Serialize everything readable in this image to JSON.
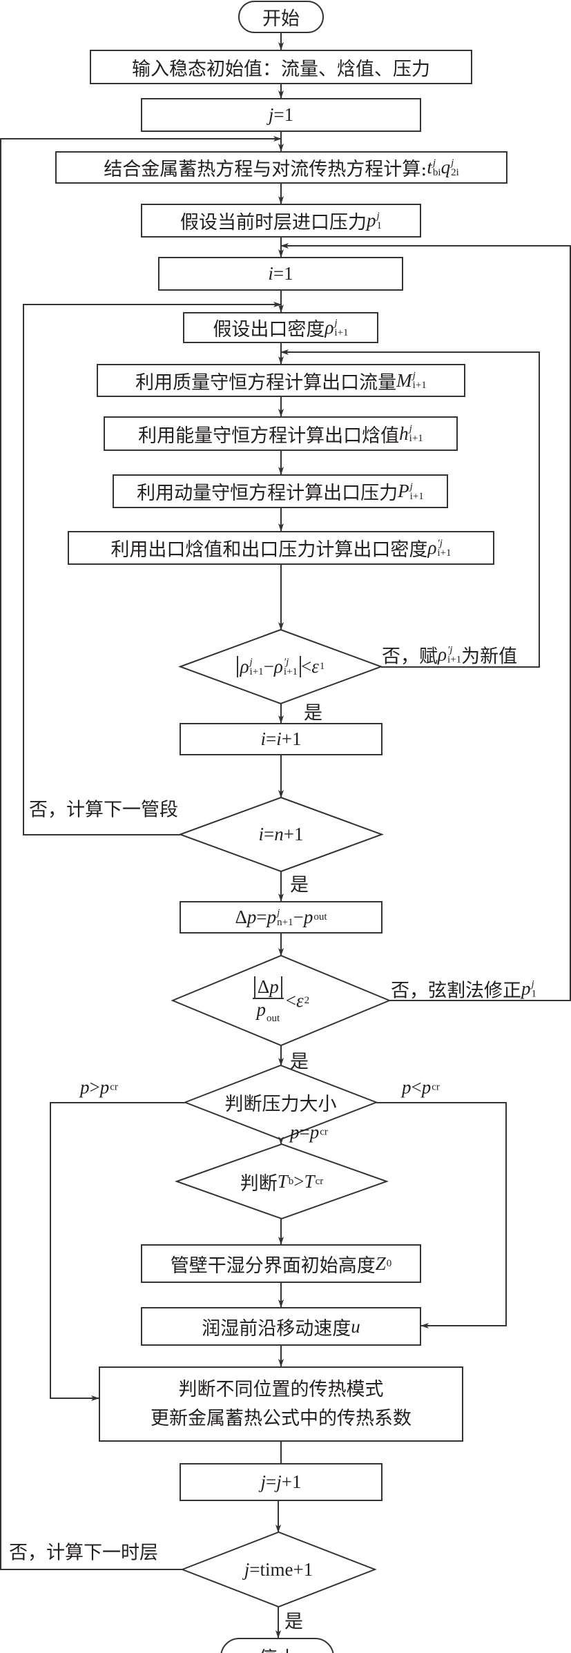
{
  "nodes": [
    {
      "id": "start",
      "label": [
        {
          "t": "开始"
        }
      ]
    },
    {
      "id": "input",
      "label": [
        {
          "t": "输入稳态初始值：流量、焓值、压力"
        }
      ]
    },
    {
      "id": "j1",
      "label": [
        {
          "t": "j",
          "it": 1
        },
        {
          "t": "=1",
          "rm": 1
        }
      ]
    },
    {
      "id": "calc",
      "label": [
        {
          "t": "结合金属蓄热方程与对流传热方程计算:"
        },
        {
          "t": "t",
          "it": 1
        },
        {
          "sup": "j",
          "sub": "bi"
        },
        {
          "t": "q",
          "it": 1
        },
        {
          "sup": "j",
          "sub": "2i"
        }
      ]
    },
    {
      "id": "assume_p",
      "label": [
        {
          "t": "假设当前时层进口压力"
        },
        {
          "t": "p",
          "it": 1
        },
        {
          "sup": "j",
          "sub": "1"
        }
      ]
    },
    {
      "id": "i1",
      "label": [
        {
          "t": "i",
          "it": 1
        },
        {
          "t": "=1",
          "rm": 1
        }
      ]
    },
    {
      "id": "assume_rho",
      "label": [
        {
          "t": "假设出口密度"
        },
        {
          "t": "ρ",
          "it": 1
        },
        {
          "sup": "j",
          "sub": "i+1"
        }
      ]
    },
    {
      "id": "mass",
      "label": [
        {
          "t": "利用质量守恒方程计算出口流量"
        },
        {
          "t": "M",
          "it": 1
        },
        {
          "sup": "j",
          "sub": "i+1"
        }
      ]
    },
    {
      "id": "energy",
      "label": [
        {
          "t": "利用能量守恒方程计算出口焓值"
        },
        {
          "t": "h",
          "it": 1
        },
        {
          "sup": "j",
          "sub": "i+1"
        }
      ]
    },
    {
      "id": "momentum",
      "label": [
        {
          "t": "利用动量守恒方程计算出口压力"
        },
        {
          "t": "P",
          "it": 1
        },
        {
          "sup": "j",
          "sub": "i+1"
        }
      ]
    },
    {
      "id": "density",
      "label": [
        {
          "t": "利用出口焓值和出口压力计算出口密度"
        },
        {
          "t": "ρ",
          "it": 1
        },
        {
          "sup": "′j",
          "sub": "i+1"
        }
      ]
    },
    {
      "id": "d1",
      "label": [
        {
          "abs": [
            {
              "t": "ρ",
              "it": 1
            },
            {
              "sup": "j",
              "sub": "i+1"
            },
            {
              "t": "−",
              "rm": 1
            },
            {
              "t": "ρ",
              "it": 1
            },
            {
              "sup": "′j",
              "sub": "i+1"
            }
          ]
        },
        {
          "t": "<",
          "rm": 1
        },
        {
          "t": "ε",
          "it": 1
        },
        {
          "subonly": "1"
        }
      ]
    },
    {
      "id": "inc_i",
      "label": [
        {
          "t": "i",
          "it": 1
        },
        {
          "t": "=",
          "rm": 1
        },
        {
          "t": "i",
          "it": 1
        },
        {
          "t": "+1",
          "rm": 1
        }
      ]
    },
    {
      "id": "d2",
      "label": [
        {
          "t": "i",
          "it": 1
        },
        {
          "t": "=",
          "rm": 1
        },
        {
          "t": "n",
          "it": 1
        },
        {
          "t": "+1",
          "rm": 1
        }
      ]
    },
    {
      "id": "dp",
      "label": [
        {
          "t": "Δ",
          "rm": 1
        },
        {
          "t": "p",
          "it": 1
        },
        {
          "t": "=",
          "rm": 1
        },
        {
          "t": "p",
          "it": 1
        },
        {
          "sup": "j",
          "sub": "n+1"
        },
        {
          "t": "−",
          "rm": 1
        },
        {
          "t": "p",
          "it": 1
        },
        {
          "subonly": "out"
        }
      ]
    },
    {
      "id": "d3",
      "label": [
        {
          "frac": {
            "num": [
              {
                "abs": [
                  {
                    "t": "Δ",
                    "rm": 1
                  },
                  {
                    "t": "p",
                    "it": 1
                  }
                ]
              }
            ],
            "den": [
              {
                "t": "p",
                "it": 1
              },
              {
                "subonly": "out"
              }
            ]
          }
        },
        {
          "t": "<",
          "rm": 1
        },
        {
          "t": "ε",
          "it": 1
        },
        {
          "subonly": "2"
        }
      ]
    },
    {
      "id": "d4",
      "label": [
        {
          "t": "判断压力大小"
        }
      ]
    },
    {
      "id": "d5",
      "label": [
        {
          "t": "判断"
        },
        {
          "t": "T",
          "it": 1
        },
        {
          "subonly": "b"
        },
        {
          "t": ">",
          "rm": 1
        },
        {
          "t": "T",
          "it": 1
        },
        {
          "subonly": "cr"
        }
      ]
    },
    {
      "id": "z0",
      "label": [
        {
          "t": "管壁干湿分界面初始高度"
        },
        {
          "t": "Z",
          "it": 1
        },
        {
          "subonly": "0"
        }
      ]
    },
    {
      "id": "u",
      "label": [
        {
          "t": "润湿前沿移动速度"
        },
        {
          "t": "u",
          "it": 1
        }
      ]
    },
    {
      "id": "mode",
      "label": [
        {
          "t": "判断不同位置的传热模式",
          "blk": 1
        },
        {
          "t": "更新金属蓄热公式中的传热系数",
          "blk": 1
        }
      ]
    },
    {
      "id": "jinc",
      "label": [
        {
          "t": "j",
          "it": 1
        },
        {
          "t": "=",
          "rm": 1
        },
        {
          "t": "j",
          "it": 1
        },
        {
          "t": "+1",
          "rm": 1
        }
      ]
    },
    {
      "id": "d6",
      "label": [
        {
          "t": "j",
          "it": 1
        },
        {
          "t": "=time+1",
          "rm": 1
        }
      ]
    },
    {
      "id": "stop",
      "label": [
        {
          "t": "停止"
        }
      ]
    }
  ],
  "edge_labels": [
    {
      "id": "d1_no",
      "label": [
        {
          "t": "否，赋"
        },
        {
          "t": "ρ",
          "it": 1
        },
        {
          "sup": "′j",
          "sub": "i+1"
        },
        {
          "t": "为新值"
        }
      ]
    },
    {
      "id": "d1_yes",
      "label": [
        {
          "t": "是"
        }
      ]
    },
    {
      "id": "d2_no",
      "label": [
        {
          "t": "否，计算下一管段"
        }
      ]
    },
    {
      "id": "d2_yes",
      "label": [
        {
          "t": "是"
        }
      ]
    },
    {
      "id": "d3_no",
      "label": [
        {
          "t": "否，弦割法修正"
        },
        {
          "t": "p",
          "it": 1
        },
        {
          "sup": "j",
          "sub": "1"
        }
      ]
    },
    {
      "id": "d3_yes",
      "label": [
        {
          "t": "是"
        }
      ]
    },
    {
      "id": "d4_gt",
      "label": [
        {
          "t": "p",
          "it": 1
        },
        {
          "t": ">",
          "rm": 1
        },
        {
          "t": "p",
          "it": 1
        },
        {
          "subonly": "cr"
        }
      ]
    },
    {
      "id": "d4_lt",
      "label": [
        {
          "t": "p",
          "it": 1
        },
        {
          "t": "<",
          "rm": 1
        },
        {
          "t": "p",
          "it": 1
        },
        {
          "subonly": "cr"
        }
      ]
    },
    {
      "id": "d4_eq",
      "label": [
        {
          "t": "p",
          "it": 1
        },
        {
          "t": "=",
          "rm": 1
        },
        {
          "t": "p",
          "it": 1
        },
        {
          "subonly": "cr"
        }
      ]
    },
    {
      "id": "d6_no",
      "label": [
        {
          "t": "否，计算下一时层"
        }
      ]
    },
    {
      "id": "d6_yes",
      "label": [
        {
          "t": "是"
        }
      ]
    }
  ],
  "colors": {
    "line": "#333333",
    "text": "#231f20"
  }
}
